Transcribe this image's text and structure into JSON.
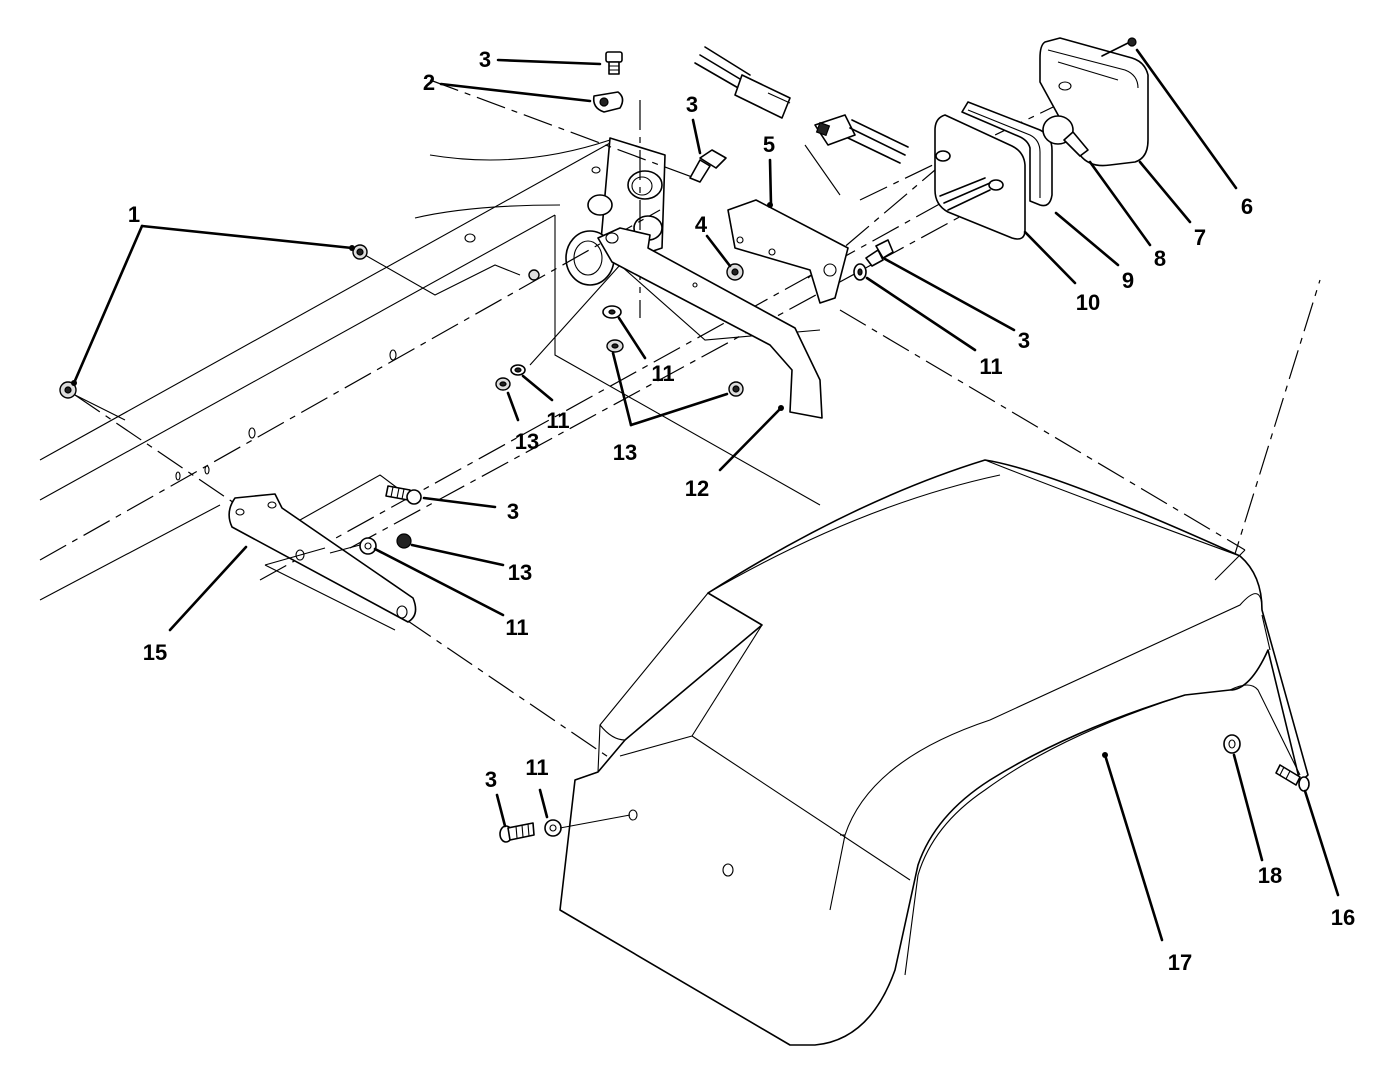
{
  "callouts": [
    {
      "id": "c1",
      "text": "1"
    },
    {
      "id": "c2",
      "text": "2"
    },
    {
      "id": "c3a",
      "text": "3"
    },
    {
      "id": "c3b",
      "text": "3"
    },
    {
      "id": "c3c",
      "text": "3"
    },
    {
      "id": "c3d",
      "text": "3"
    },
    {
      "id": "c3e",
      "text": "3"
    },
    {
      "id": "c4",
      "text": "4"
    },
    {
      "id": "c5",
      "text": "5"
    },
    {
      "id": "c6",
      "text": "6"
    },
    {
      "id": "c7",
      "text": "7"
    },
    {
      "id": "c8",
      "text": "8"
    },
    {
      "id": "c9",
      "text": "9"
    },
    {
      "id": "c10",
      "text": "10"
    },
    {
      "id": "c11a",
      "text": "11"
    },
    {
      "id": "c11b",
      "text": "11"
    },
    {
      "id": "c11c",
      "text": "11"
    },
    {
      "id": "c11d",
      "text": "11"
    },
    {
      "id": "c11e",
      "text": "11"
    },
    {
      "id": "c12",
      "text": "12"
    },
    {
      "id": "c13a",
      "text": "13"
    },
    {
      "id": "c13b",
      "text": "13"
    },
    {
      "id": "c13c",
      "text": "13"
    },
    {
      "id": "c15",
      "text": "15"
    },
    {
      "id": "c16",
      "text": "16"
    },
    {
      "id": "c17",
      "text": "17"
    },
    {
      "id": "c18",
      "text": "18"
    }
  ]
}
